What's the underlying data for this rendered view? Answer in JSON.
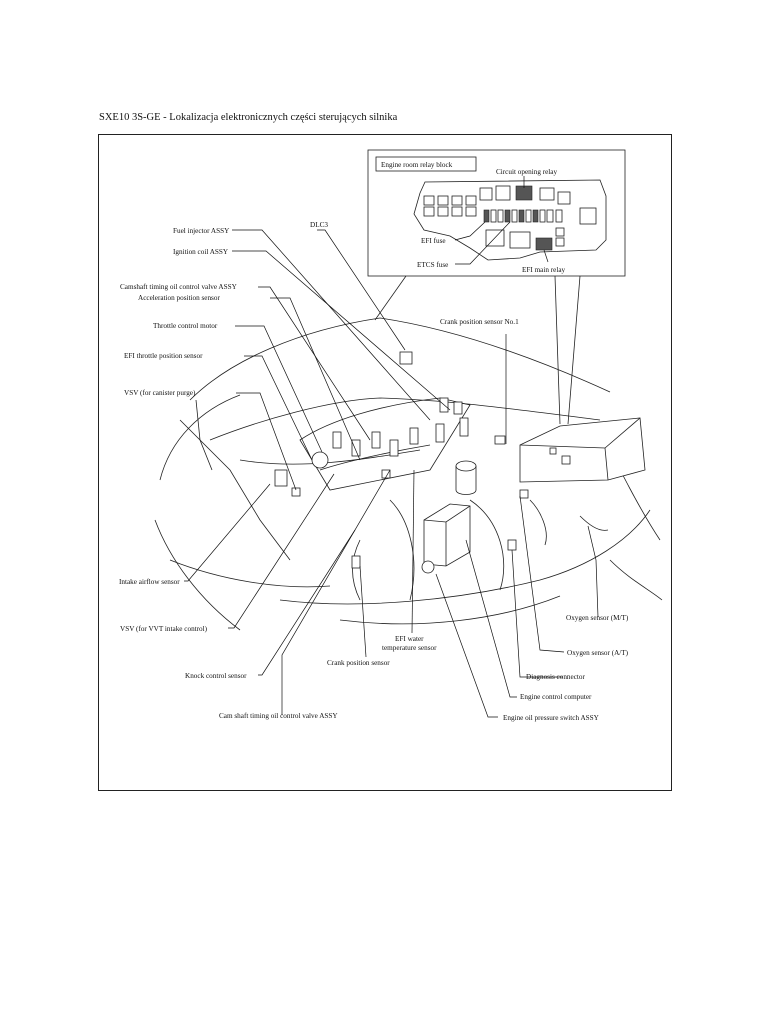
{
  "document": {
    "title": "SXE10 3S-GE - Lokalizacja elektronicznych części sterujących silnika"
  },
  "relay_block": {
    "title": "Engine room relay block",
    "labels": {
      "circuit_opening_relay": "Circuit opening relay",
      "efi_fuse": "EFI fuse",
      "etcs_fuse": "ETCS fuse",
      "efi_main_relay": "EFI main relay"
    }
  },
  "labels": {
    "dlc3": "DLC3",
    "fuel_injector": "Fuel injector ASSY",
    "ignition_coil": "Ignition coil ASSY",
    "camshaft_valve_top": "Camshaft timing oil control valve ASSY",
    "acceleration_sensor": "Acceleration position sensor",
    "throttle_motor": "Throttle control motor",
    "efi_throttle_sensor": "EFI throttle position sensor",
    "vsv_canister": "VSV (for canister purge)",
    "crank_sensor_no1": "Crank position sensor No.1",
    "intake_airflow": "Intake airflow sensor",
    "vsv_vvt": "VSV (for VVT intake control)",
    "knock_sensor": "Knock control sensor",
    "cam_shaft_valve_bottom": "Cam shaft timing oil control valve ASSY",
    "crank_sensor": "Crank position sensor",
    "efi_water_line1": "EFI water",
    "efi_water_line2": "temperature sensor",
    "oxygen_mt": "Oxygen sensor (M/T)",
    "oxygen_at": "Oxygen sensor (A/T)",
    "diagnosis_connector": "Diagnosis connector",
    "engine_computer": "Engine control computer",
    "oil_pressure_switch": "Engine oil pressure switch ASSY"
  }
}
